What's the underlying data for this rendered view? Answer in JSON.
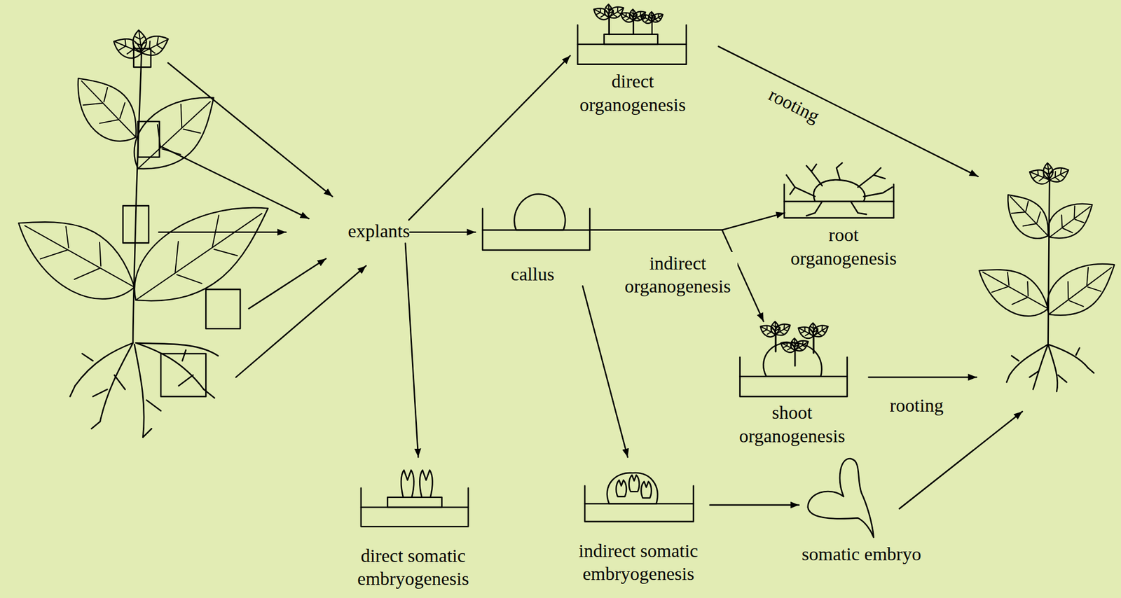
{
  "diagram": {
    "nodes": [
      {
        "text": [
          "explants"
        ]
      },
      {
        "text": [
          "direct organogenesis"
        ]
      },
      {
        "text": [
          "callus"
        ]
      },
      {
        "text": [
          "root organogenesis"
        ]
      },
      {
        "text": [
          "shoot organogenesis"
        ]
      },
      {
        "text": [
          "direct somatic embryogenesis"
        ]
      },
      {
        "text": [
          "indirect somatic embryogenesis"
        ]
      },
      {
        "text": [
          "somatic embryo"
        ]
      }
    ],
    "edges": [
      {
        "from": 0,
        "to": 1,
        "arrow": "to"
      },
      {
        "from": 0,
        "to": 2,
        "arrow": "to"
      },
      {
        "from": 0,
        "to": 5,
        "arrow": "to"
      },
      {
        "from": 2,
        "to": 3,
        "label": "indirect organogenesis",
        "arrow": "to"
      },
      {
        "from": 2,
        "to": 4,
        "arrow": "to"
      },
      {
        "from": 2,
        "to": 6,
        "arrow": "to"
      },
      {
        "from": 6,
        "to": 7,
        "arrow": "to"
      }
    ],
    "labels": [
      "rooting",
      "rooting"
    ]
  }
}
